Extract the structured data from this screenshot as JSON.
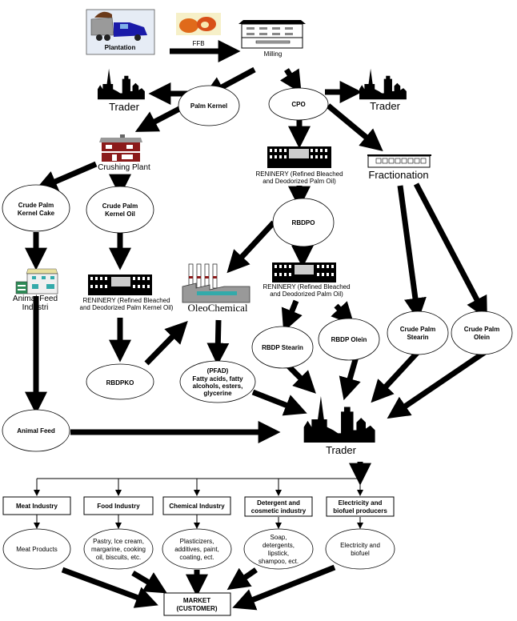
{
  "diagram": {
    "title": "Palm oil supply chain",
    "nodes": {
      "plantation": "Plantation",
      "ffb": "FFB",
      "milling": "Milling",
      "trader_left": "Trader",
      "palm_kernel": "Palm Kernel",
      "cpo": "CPO",
      "trader_right": "Trader",
      "crushing_plant": "Crushing Plant",
      "refinery_po_1": [
        "RENINERY (Refined Bleached",
        "and Deodorized Palm Oil)"
      ],
      "fractionation": "Fractionation",
      "crude_palm_kernel_cake": [
        "Crude Palm",
        "Kernel Cake"
      ],
      "crude_palm_kernel_oil": [
        "Crude Palm",
        "Kernel Oil"
      ],
      "rbdpo": "RBDPO",
      "animal_feed_industri": [
        "Animal Feed",
        "Industri"
      ],
      "refinery_pko": [
        "RENINERY (Refined Bleached",
        "and Deodorized Palm Kernel Oil)"
      ],
      "oleochemical": "OleoChemical",
      "refinery_po_2": [
        "RENINERY (Refined Bleached",
        "and Deodorized Palm Oil)"
      ],
      "rbdp_stearin": "RBDP Stearin",
      "rbdp_olein": "RBDP Olein",
      "crude_palm_stearin": [
        "Crude Palm",
        "Stearin"
      ],
      "crude_palm_olein": [
        "Crude Palm",
        "Olein"
      ],
      "rbdpko": "RBDPKO",
      "pfad": [
        "(PFAD)",
        "Fatty acids, fatty",
        "alcohols, esters,",
        "glycerine"
      ],
      "animal_feed": "Animal Feed",
      "trader_center": "Trader",
      "market": [
        "MARKET",
        "(CUSTOMER)"
      ]
    },
    "industries": [
      {
        "name": [
          "Meat Industry"
        ],
        "products": [
          "Meat Products"
        ]
      },
      {
        "name": [
          "Food Industry"
        ],
        "products": [
          "Pastry, Ice cream,",
          "margarine, cooking",
          "oil, biscuits, etc."
        ]
      },
      {
        "name": [
          "Chemical Industry"
        ],
        "products": [
          "Plasticizers,",
          "additives, paint,",
          "coating, ect."
        ]
      },
      {
        "name": [
          "Detergent and",
          "cosmetic industry"
        ],
        "products": [
          "Soap,",
          "detergents,",
          "lipstick,",
          "shampoo, ect."
        ]
      },
      {
        "name": [
          "Electricity and",
          "biofuel producers"
        ],
        "products": [
          "Electricity and",
          "biofuel"
        ]
      }
    ],
    "colors": {
      "plantation_box_bg": "#e6ecf5",
      "truck_blue": "#1a1aa8",
      "crushing_plant_red": "#8b1a1a",
      "building_gray": "#c8c8c8"
    }
  }
}
